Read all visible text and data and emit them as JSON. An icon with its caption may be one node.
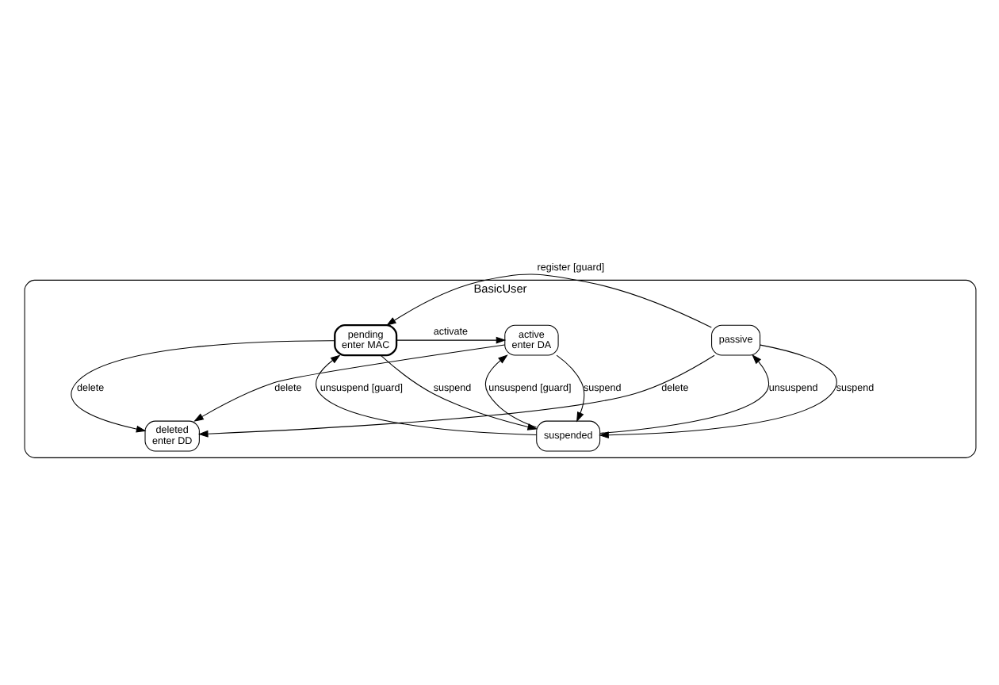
{
  "diagram": {
    "nodes": [
      {
        "text": [
          "BasicUser"
        ]
      },
      {
        "text": [
          "deleted",
          "enter DD"
        ],
        "in": 0
      },
      {
        "text": [
          "passive"
        ],
        "in": 0
      },
      {
        "text": [
          "pending",
          "enter MAC"
        ],
        "in": 0
      },
      {
        "text": [
          "active",
          "enter DA"
        ],
        "in": 0
      },
      {
        "text": [
          "suspended"
        ],
        "in": 0
      }
    ],
    "edges": [
      {
        "from": 2,
        "to": 1,
        "arrow": "to",
        "label": "delete"
      },
      {
        "from": 3,
        "to": 1,
        "arrow": "to",
        "label": "delete"
      },
      {
        "from": 4,
        "to": 1,
        "arrow": "to",
        "label": "delete"
      },
      {
        "from": 2,
        "to": 3,
        "arrow": "to",
        "label": "register [guard]"
      },
      {
        "from": 3,
        "to": 4,
        "arrow": "to",
        "label": "activate"
      },
      {
        "from": 3,
        "to": 5,
        "arrow": "to",
        "label": "suspend"
      },
      {
        "from": 5,
        "to": 3,
        "arrow": "to",
        "label": "unsuspend [guard]"
      },
      {
        "from": 5,
        "to": 2,
        "arrow": "to",
        "label": "unsuspend"
      },
      {
        "from": 2,
        "to": 5,
        "arrow": "to",
        "label": "suspend"
      },
      {
        "from": 5,
        "to": 4,
        "arrow": "to",
        "label": "unsuspend [guard]"
      },
      {
        "from": 4,
        "to": 5,
        "arrow": "to",
        "label": "suspend"
      }
    ]
  }
}
